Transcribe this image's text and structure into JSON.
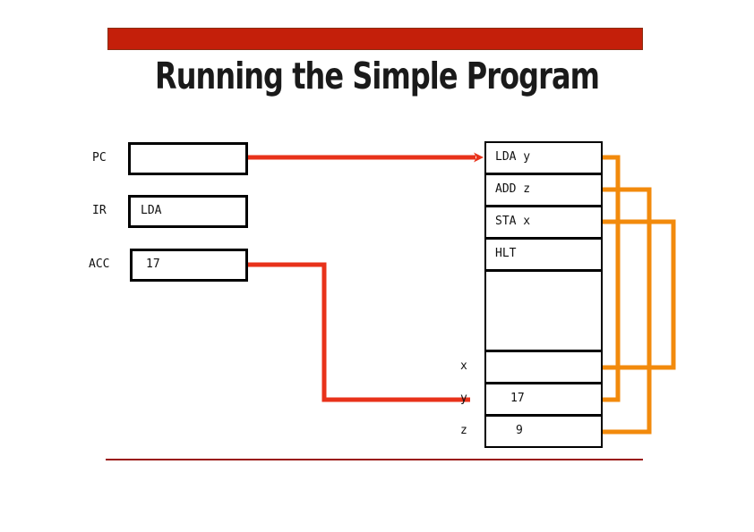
{
  "slide": {
    "title": "Running the Simple Program",
    "banner_color": "#c41f0a",
    "footer_rule_color": "#9a1410",
    "red_wire_color": "#e8321a",
    "orange_wire_color": "#f28a0c"
  },
  "registers": [
    {
      "label": "PC",
      "value": ""
    },
    {
      "label": "IR",
      "value": "LDA"
    },
    {
      "label": "ACC",
      "value": "17"
    }
  ],
  "memory": {
    "instructions": [
      {
        "text": "LDA y"
      },
      {
        "text": "ADD z"
      },
      {
        "text": "STA x"
      },
      {
        "text": "HLT"
      }
    ],
    "gap": {
      "text": ""
    },
    "variables": [
      {
        "label": "x",
        "value": ""
      },
      {
        "label": "y",
        "value": "17"
      },
      {
        "label": "z",
        "value": "9"
      }
    ]
  },
  "connections": [
    {
      "name": "pc-to-instruction-1",
      "from": "PC",
      "to": "LDA y",
      "color": "#e8321a"
    },
    {
      "name": "memory-y-to-acc",
      "from": "y",
      "to": "ACC",
      "color": "#e8321a"
    },
    {
      "name": "lda-y-operand",
      "from": "LDA y",
      "to": "y",
      "color": "#f28a0c"
    },
    {
      "name": "add-z-operand",
      "from": "ADD z",
      "to": "z",
      "color": "#f28a0c"
    },
    {
      "name": "sta-x-operand",
      "from": "STA x",
      "to": "x",
      "color": "#f28a0c"
    }
  ]
}
